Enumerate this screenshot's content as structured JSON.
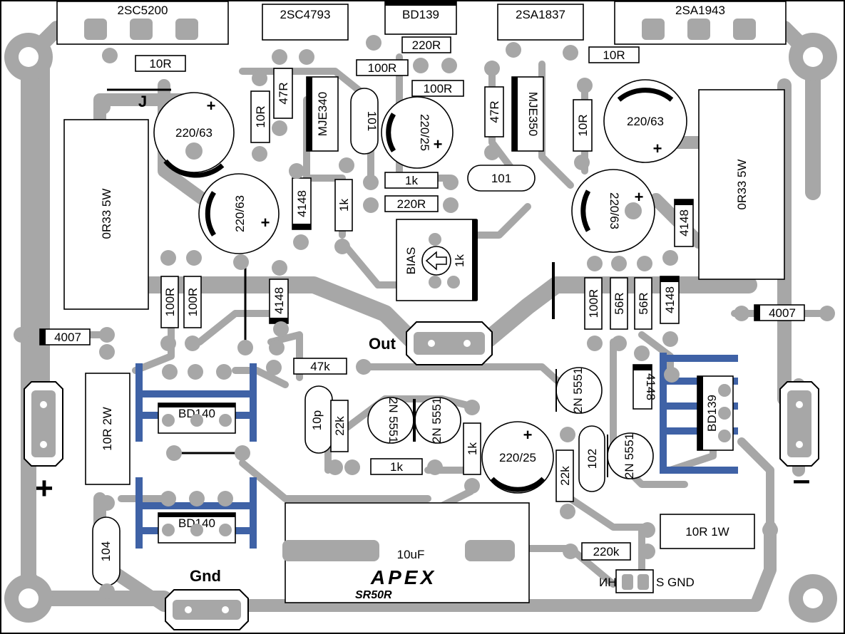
{
  "board": {
    "colors": {
      "trace": "#a7a7a7",
      "heatsink": "#3f62a6",
      "outline": "#000000",
      "background": "#ffffff"
    },
    "transistors": {
      "q_2sc5200": "2SC5200",
      "q_2sc4793": "2SC4793",
      "q_bd139_top": "BD139",
      "q_2sa1837": "2SA1837",
      "q_2sa1943": "2SA1943",
      "q_mje340": "MJE340",
      "q_mje350": "MJE350",
      "q_bd140_upper": "BD140",
      "q_bd140_lower": "BD140",
      "q_bd139_right": "BD139",
      "q_2n5551_a": "2N 5551",
      "q_2n5551_b": "2N 5551",
      "q_2n5551_c": "2N 5551",
      "q_2n5551_d": "2N 5551"
    },
    "resistors": {
      "r_10r_top_left": "10R",
      "r_10r_top_right": "10R",
      "r_220r_top": "220R",
      "r_100r_top": "100R",
      "r_100r_mid": "100R",
      "r_47r_left": "47R",
      "r_10r_left": "10R",
      "r_47r_right": "47R",
      "r_10r_right": "10R",
      "r_1k_center": "1k",
      "r_220r_center": "220R",
      "r_1k_vert": "1k",
      "r_0r33_left": "0R33 5W",
      "r_0r33_right": "0R33 5W",
      "r_100r_a": "100R",
      "r_100r_b": "100R",
      "r_100r_c": "100R",
      "r_56r_a": "56R",
      "r_56r_b": "56R",
      "r_47k": "47k",
      "r_22k_left": "22k",
      "r_1k_bottom": "1k",
      "r_1k_vert_bottom": "1k",
      "r_22k_right": "22k",
      "r_10r_2w": "10R 2W",
      "r_10r_1w": "10R 1W",
      "r_220k": "220k"
    },
    "capacitors": {
      "c_220_63_tl": "220/63",
      "c_220_63_ml": "220/63",
      "c_220_25_top": "220/25",
      "c_220_63_tr": "220/63",
      "c_220_63_mr": "220/63",
      "c_101_left": "101",
      "c_101_right": "101",
      "c_10p": "10p",
      "c_220_25_bottom": "220/25",
      "c_102": "102",
      "c_104": "104",
      "c_10uf": "10uF"
    },
    "diodes": {
      "d_4148_a": "4148",
      "d_4148_b": "4148",
      "d_4148_c": "4148",
      "d_4148_d": "4148",
      "d_4148_e": "4148",
      "d_4007_left": "4007",
      "d_4007_right": "4007"
    },
    "misc": {
      "jumper": "J",
      "bias": "BIAS",
      "bias_pot": "1k",
      "out": "Out",
      "gnd": "Gnd",
      "plus": "+",
      "minus": "–",
      "cap_plus": "+",
      "input_in": "ИН",
      "input_s_gnd": "S GND",
      "brand_logo": "APEX",
      "model": "SR50R"
    }
  }
}
